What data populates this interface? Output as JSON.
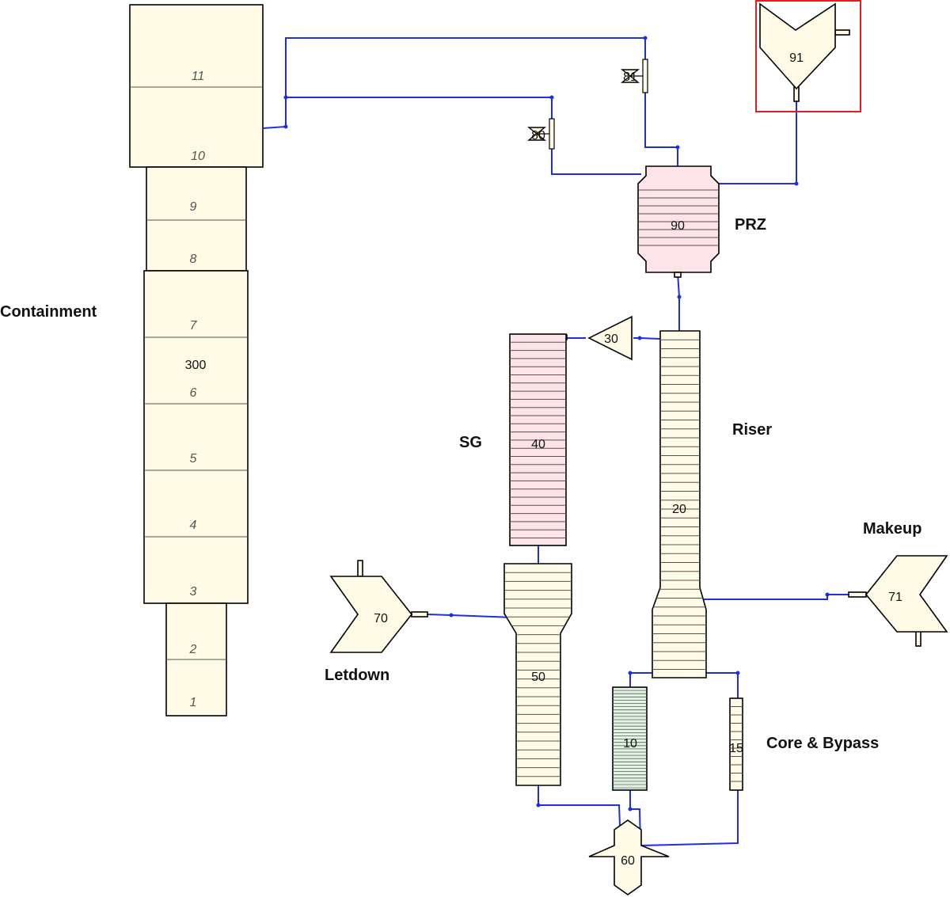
{
  "labels": {
    "containment": "Containment",
    "prz": "PRZ",
    "riser": "Riser",
    "sg": "SG",
    "makeup": "Makeup",
    "letdown": "Letdown",
    "core_bypass": "Core & Bypass"
  },
  "components": {
    "containment": "300",
    "prz": "90",
    "tank": "91",
    "pump": "30",
    "sg": "40",
    "downcomer": "50",
    "riser": "20",
    "letdown": "70",
    "makeup": "71",
    "core": "10",
    "bypass": "15",
    "plenum": "60",
    "valve_a": "80",
    "valve_b": "81"
  },
  "containment_cells": [
    "1",
    "2",
    "3",
    "4",
    "5",
    "6",
    "7",
    "8",
    "9",
    "10",
    "11"
  ],
  "colors": {
    "pipe": "#1f2fe0",
    "component_fill": "#fffbe6",
    "heated_fill": "#fde4e8",
    "core_fill": "#e6f0e6",
    "selection": "#e02020"
  }
}
